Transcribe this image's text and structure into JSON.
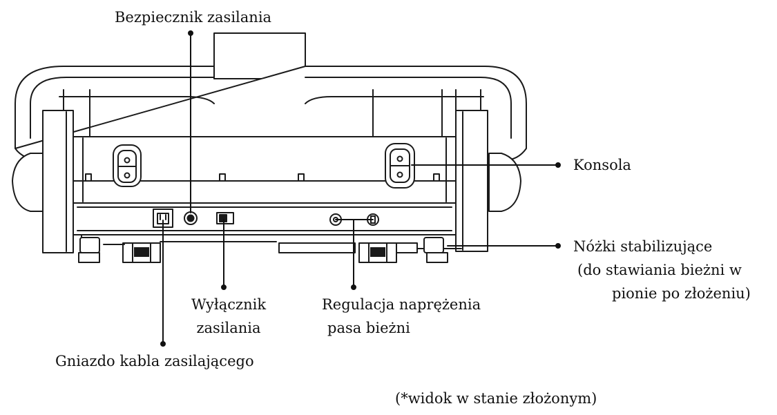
{
  "labels": {
    "fuse": "Bezpiecznik zasilania",
    "console": "Konsola",
    "feet_line1": "Nóżki stabilizujące",
    "feet_line2": "(do stawiania bieżni w",
    "feet_line3": "pionie po złożeniu)",
    "switch_line1": "Wyłącznik",
    "switch_line2": "zasilania",
    "tension_line1": "Regulacja naprężenia",
    "tension_line2": "pasa bieżni",
    "socket": "Gniazdo kabla zasilającego",
    "note": "(*widok w stanie złożonym)"
  },
  "colors": {
    "line": "#1a1a1a",
    "text": "#111111"
  }
}
